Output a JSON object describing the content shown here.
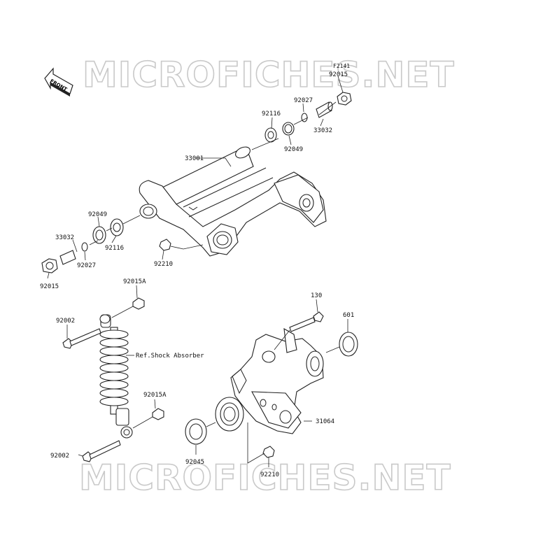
{
  "figure_code": "F2141",
  "watermark": "MICROFICHES.NET",
  "front_label": "FRONT",
  "reference_note": "Ref.Shock Absorber",
  "part_labels": {
    "p92015_top": "92015",
    "p92027_top": "92027",
    "p33032_top": "33032",
    "p92116_top": "92116",
    "p92049_top": "92049",
    "p33001": "33001",
    "p92049_left": "92049",
    "p33032_left": "33032",
    "p92116_left": "92116",
    "p92027_left": "92027",
    "p92210_top": "92210",
    "p92015_left": "92015",
    "p92015A_top": "92015A",
    "p92002_top": "92002",
    "p130": "130",
    "p601": "601",
    "p92015A_mid": "92015A",
    "p31064": "31064",
    "p92002_bottom": "92002",
    "p92045": "92045",
    "p92210_bottom": "92210"
  }
}
